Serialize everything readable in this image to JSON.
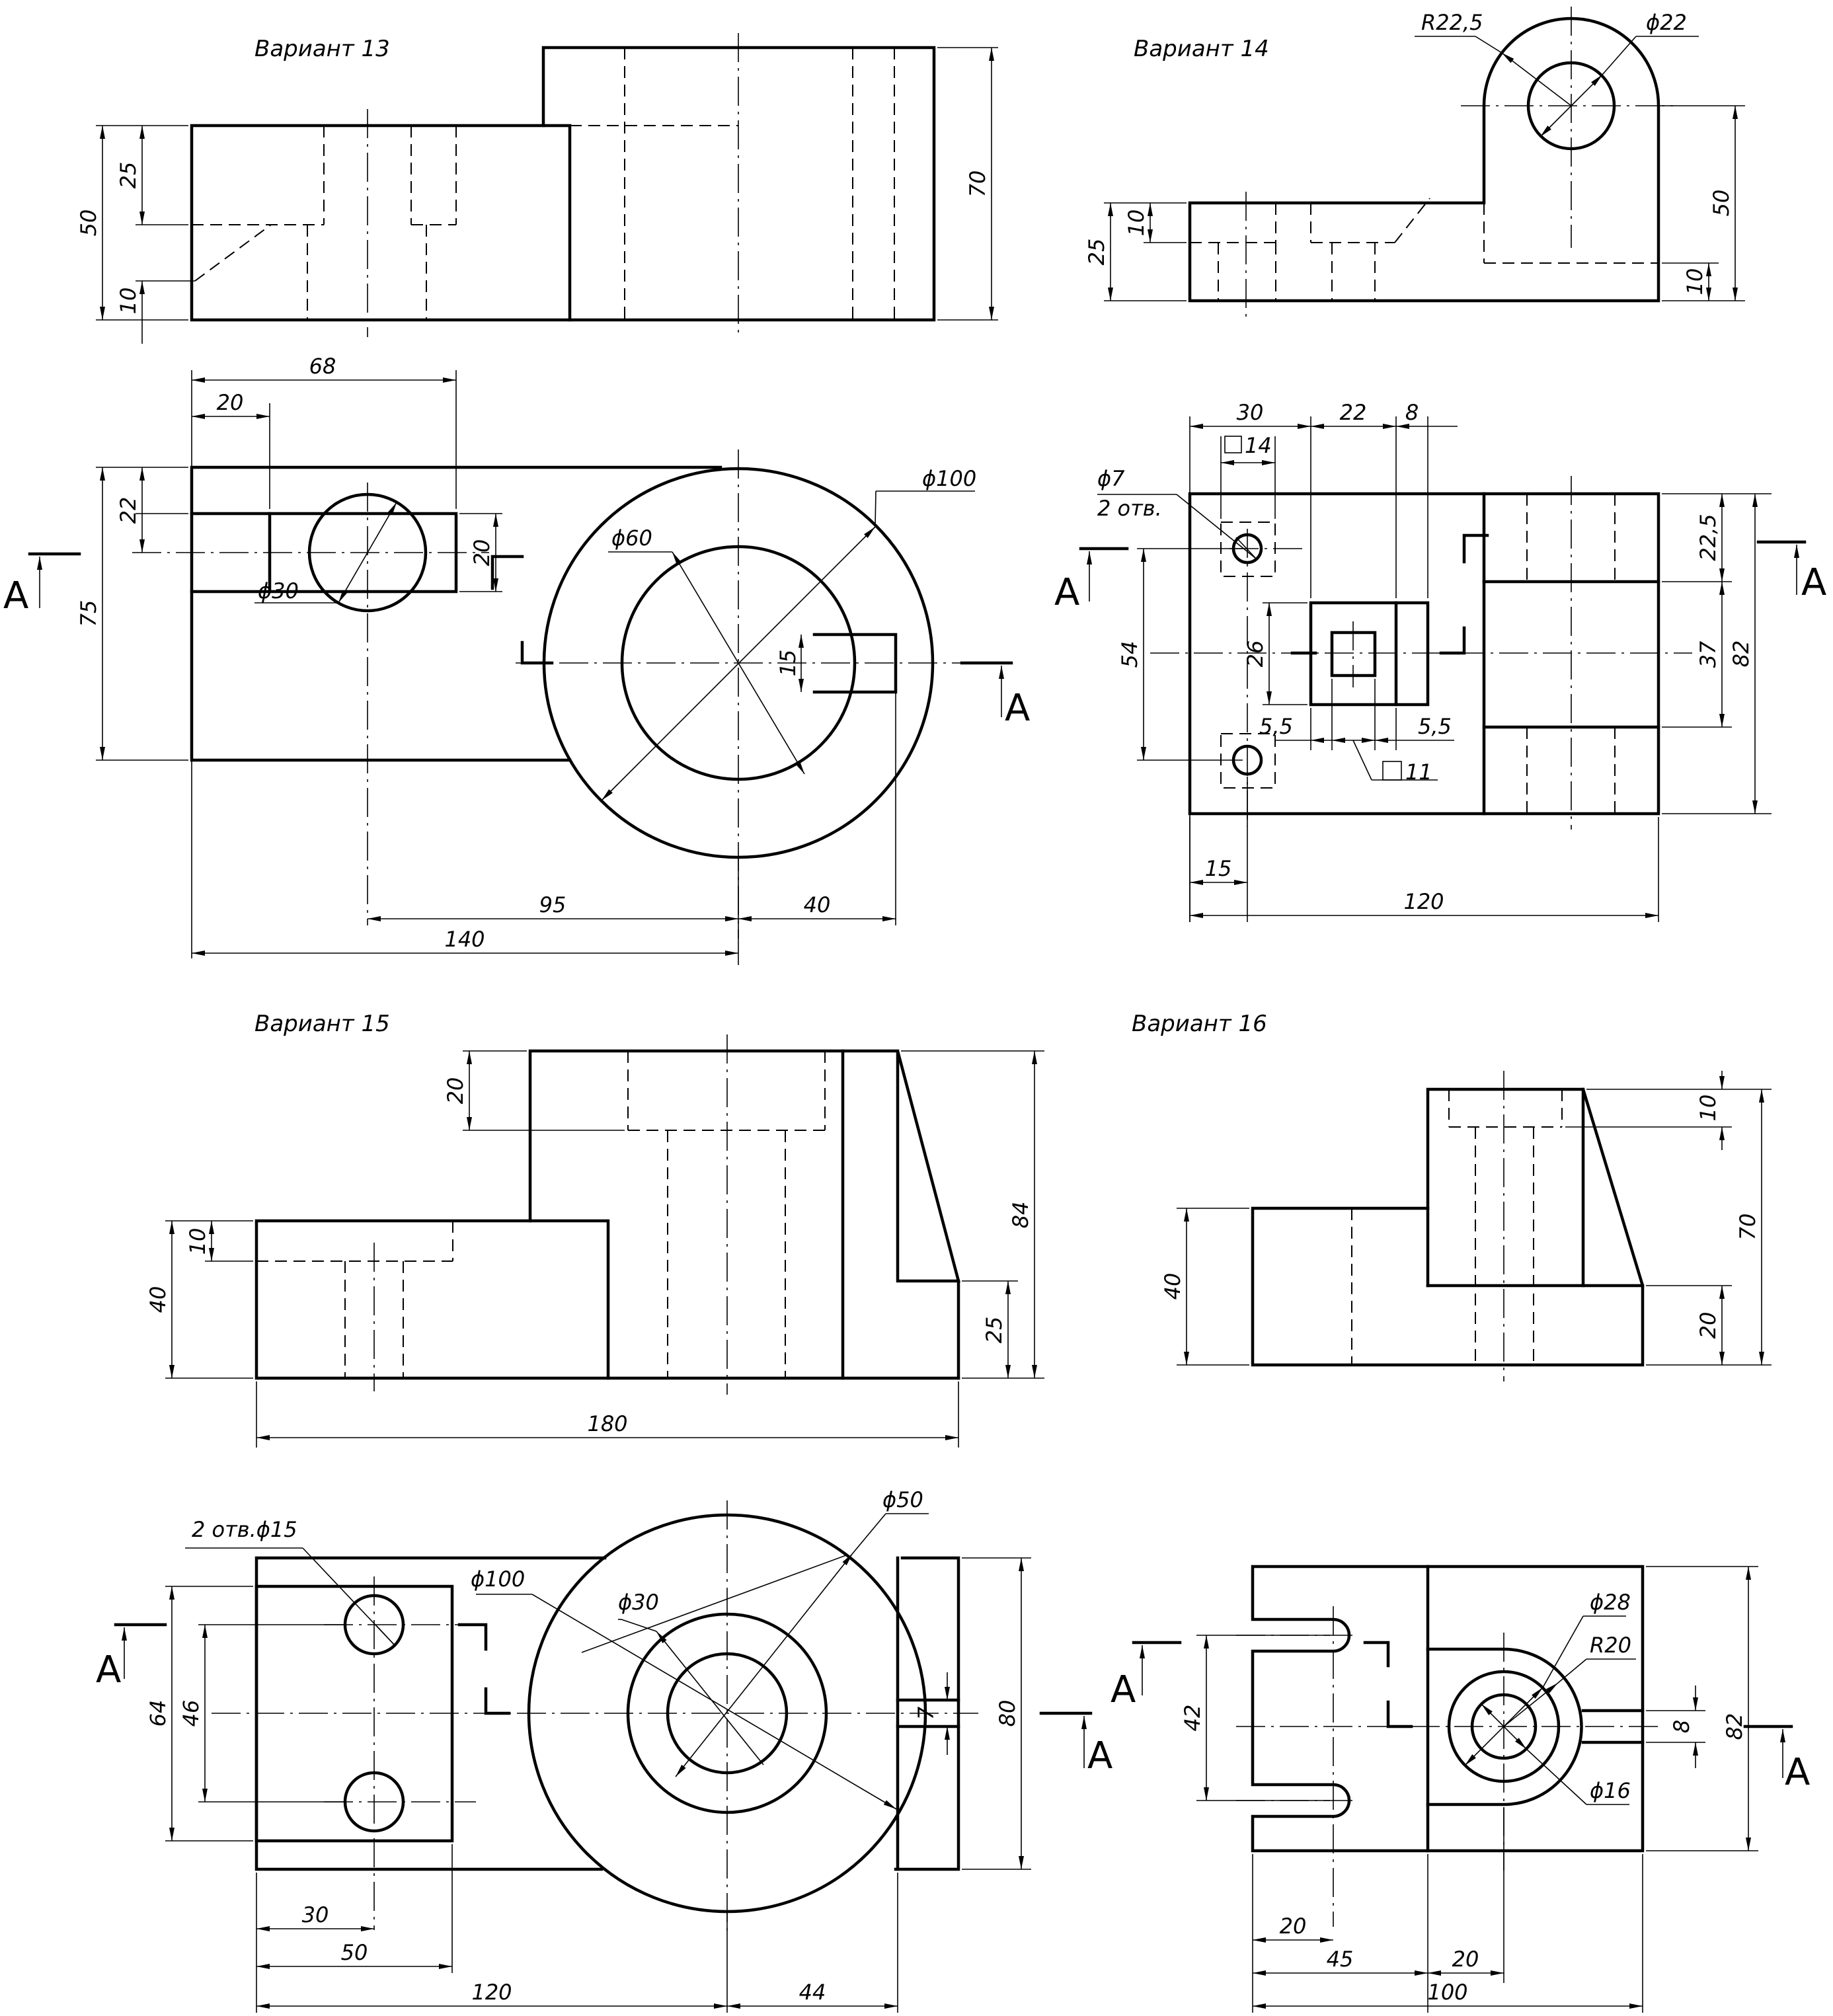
{
  "variants": {
    "v13": {
      "title": "Вариант 13",
      "front": {
        "h50": "50",
        "h25": "25",
        "h10": "10",
        "h70": "70"
      },
      "top": {
        "w68": "68",
        "w20": "20",
        "h22": "22",
        "h75": "75",
        "h20": "20",
        "dia30": "ϕ30",
        "dia60": "ϕ60",
        "dia100": "ϕ100",
        "h15": "15",
        "w95": "95",
        "w40": "40",
        "w140": "140"
      },
      "section_letter": "A"
    },
    "v14": {
      "title": "Вариант 14",
      "front": {
        "r22_5": "R22,5",
        "dia22": "ϕ22",
        "h10": "10",
        "h25": "25",
        "h50": "50",
        "h10b": "10"
      },
      "top": {
        "w30": "30",
        "w22": "22",
        "w8": "8",
        "sq14": "14",
        "dia7": "ϕ7",
        "holes": "2 отв.",
        "h22_5": "22,5",
        "h54": "54",
        "h26": "26",
        "h37": "37",
        "h82": "82",
        "w5_5a": "5,5",
        "w5_5b": "5,5",
        "sq11": "11",
        "w15": "15",
        "w120": "120"
      },
      "section_letter": "A"
    },
    "v15": {
      "title": "Вариант 15",
      "front": {
        "h20": "20",
        "h10": "10",
        "h40": "40",
        "h84": "84",
        "h25": "25",
        "w180": "180"
      },
      "top": {
        "holes15": "2 отв.ϕ15",
        "dia100": "ϕ100",
        "dia30": "ϕ30",
        "dia50": "ϕ50",
        "h64": "64",
        "h46": "46",
        "h7": "7",
        "h80": "80",
        "w30": "30",
        "w50": "50",
        "w120": "120",
        "w44": "44"
      },
      "section_letter": "A"
    },
    "v16": {
      "title": "Вариант 16",
      "front": {
        "h10": "10",
        "h40": "40",
        "h70": "70",
        "h20": "20"
      },
      "top": {
        "dia28": "ϕ28",
        "r20": "R20",
        "dia16": "ϕ16",
        "h42": "42",
        "h8": "8",
        "h82": "82",
        "w20a": "20",
        "w45": "45",
        "w20b": "20",
        "w100": "100"
      },
      "section_letter": "A"
    }
  }
}
